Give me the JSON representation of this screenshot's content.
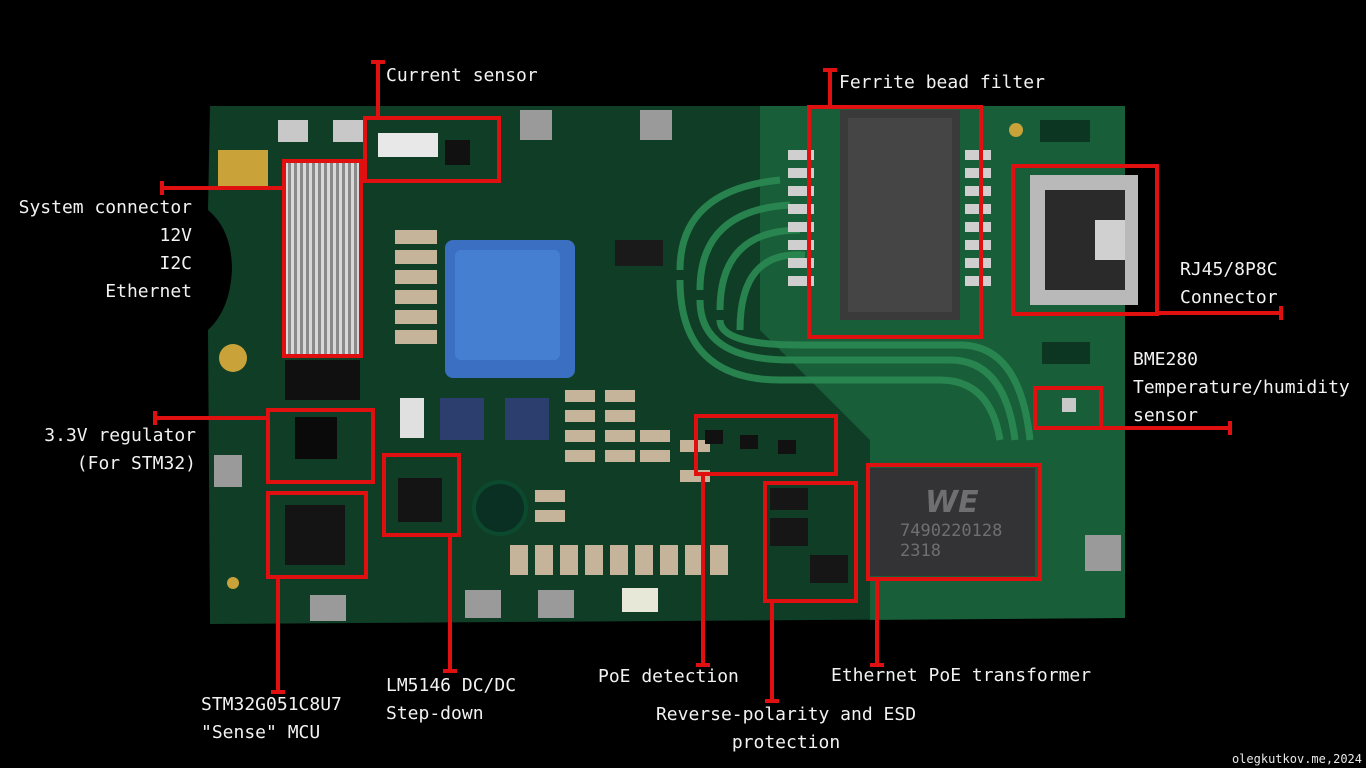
{
  "annotation_color": "#e01010",
  "board_color": "#0f3d26",
  "labels": {
    "current_sensor": "Current sensor",
    "ferrite_bead_filter": "Ferrite bead filter",
    "system_connector": "System connector\n12V\nI2C\nEthernet",
    "rj45_connector": "RJ45/8P8C\nConnector",
    "bme280": "BME280\nTemperature/humidity\nsensor",
    "regulator_33v": "3.3V regulator\n(For STM32)",
    "stm32": "STM32G051C8U7\n\"Sense\" MCU",
    "lm5146": "LM5146 DC/DC\nStep-down",
    "poe_detection": "PoE detection",
    "reverse_polarity": "Reverse-polarity and ESD\nprotection",
    "ethernet_transformer": "Ethernet PoE transformer"
  },
  "board_markings": {
    "we_logo": "WE",
    "transformer_part": "7490220128",
    "transformer_code": "2318"
  },
  "credit": "olegkutkov.me,2024"
}
